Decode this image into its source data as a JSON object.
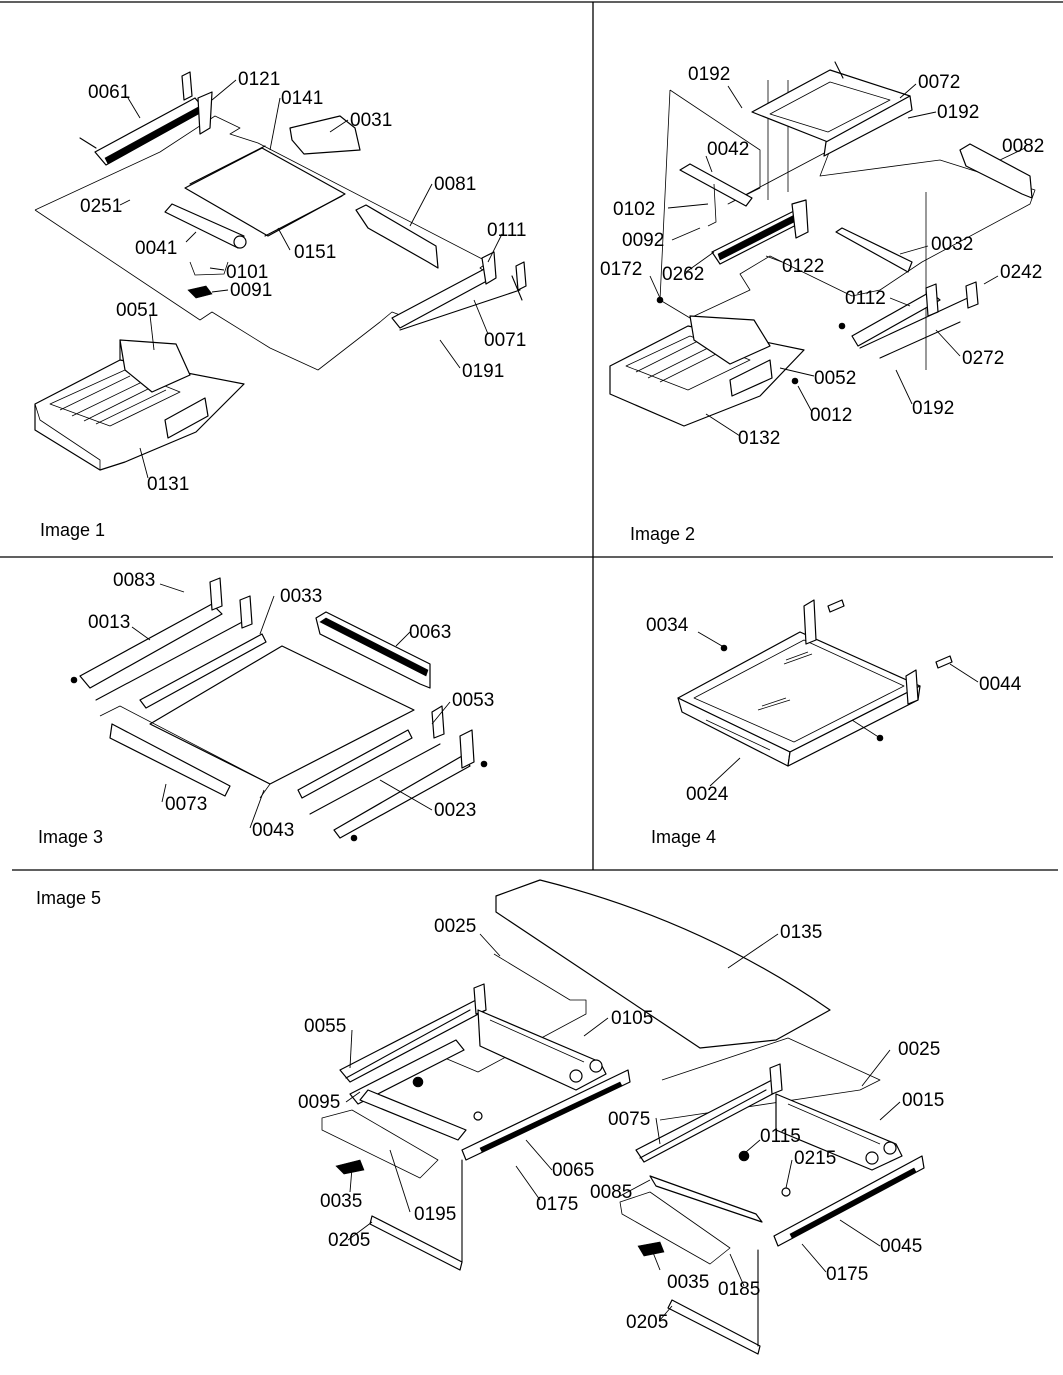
{
  "panels": [
    {
      "caption": "Image 1",
      "labels": [
        "0061",
        "0121",
        "0141",
        "0031",
        "0251",
        "0081",
        "0041",
        "0151",
        "0111",
        "0101",
        "0091",
        "0051",
        "0071",
        "0191",
        "0131"
      ]
    },
    {
      "caption": "Image 2",
      "labels": [
        "0192",
        "0072",
        "0192",
        "0042",
        "0082",
        "0102",
        "0092",
        "0032",
        "0262",
        "0122",
        "0172",
        "0242",
        "0112",
        "0272",
        "0052",
        "0012",
        "0192",
        "0132"
      ]
    },
    {
      "caption": "Image 3",
      "labels": [
        "0083",
        "0033",
        "0013",
        "0063",
        "0053",
        "0073",
        "0043",
        "0023"
      ]
    },
    {
      "caption": "Image 4",
      "labels": [
        "0034",
        "0044",
        "0024"
      ]
    },
    {
      "caption": "Image 5",
      "labels": [
        "0025",
        "0135",
        "0055",
        "0105",
        "0025",
        "0095",
        "0015",
        "0075",
        "0115",
        "0215",
        "0065",
        "0085",
        "0035",
        "0175",
        "0045",
        "0195",
        "0205",
        "0035",
        "0185",
        "0175",
        "0205"
      ]
    }
  ]
}
